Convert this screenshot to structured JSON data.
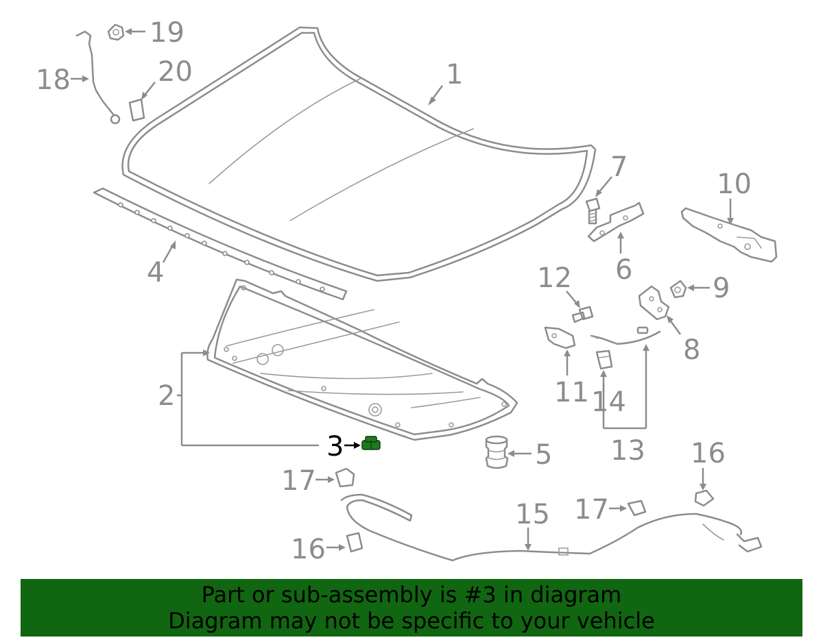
{
  "callouts": {
    "c1": "1",
    "c2": "2",
    "c3": "3",
    "c4": "4",
    "c5": "5",
    "c6": "6",
    "c7": "7",
    "c8": "8",
    "c9": "9",
    "c10": "10",
    "c11": "11",
    "c12": "12",
    "c13": "13",
    "c14": "14",
    "c15": "15",
    "c16a": "16",
    "c16b": "16",
    "c17a": "17",
    "c17b": "17",
    "c18": "18",
    "c19": "19",
    "c20": "20"
  },
  "highlighted_part": "3",
  "colors": {
    "line": "#8c8c8c",
    "highlight": "#1e7a1e",
    "banner": "#116611"
  },
  "banner": {
    "line1": "Part or sub-assembly is #3 in diagram",
    "line2": "Diagram may not be specific to your vehicle"
  }
}
